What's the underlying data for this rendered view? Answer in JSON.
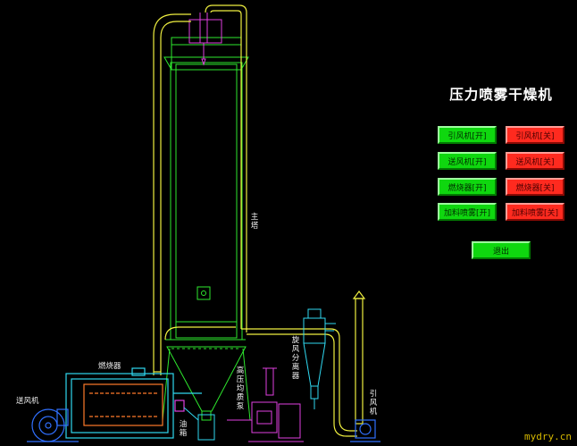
{
  "title": "压力喷雾干燥机",
  "buttons": {
    "on": [
      "引风机[开]",
      "送风机[开]",
      "燃烧器[开]",
      "加料喷雾[开]"
    ],
    "off": [
      "引风机[关]",
      "送风机[关]",
      "燃烧器[关]",
      "加料喷雾[关]"
    ],
    "exit": "退出"
  },
  "labels": {
    "blower": "送风机",
    "burner": "燃烧器",
    "tower": "主塔",
    "oil_tank": "油箱",
    "hp_pump": "高压均质泵",
    "cyclone": "旋风分离器",
    "fan": "引风机"
  },
  "watermark": "mydry.cn",
  "colors": {
    "outline_green": "#2ee82e",
    "duct_yellow": "#f0f040",
    "equipment_cyan": "#30d8f0",
    "equipment_blue": "#3070ff",
    "equipment_magenta": "#e040e0",
    "btn_on": "#0fd70f",
    "btn_off": "#ff2a1f"
  }
}
